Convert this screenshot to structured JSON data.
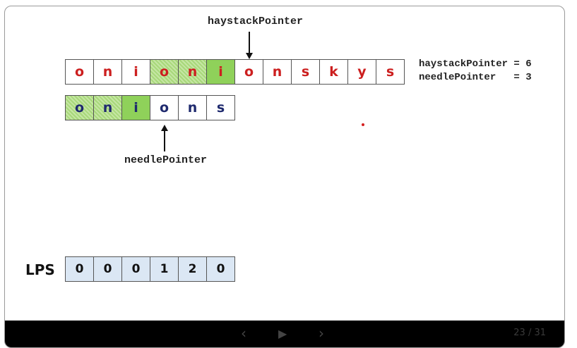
{
  "pointers": {
    "haystack_label": "haystackPointer",
    "needle_label": "needlePointer"
  },
  "status": {
    "line1": "haystackPointer = 6",
    "line2": "needlePointer   = 3"
  },
  "haystack": [
    "o",
    "n",
    "i",
    "o",
    "n",
    "i",
    "o",
    "n",
    "s",
    "k",
    "y",
    "s"
  ],
  "needle": [
    "o",
    "n",
    "i",
    "o",
    "n",
    "s"
  ],
  "lps": {
    "label": "LPS",
    "values": [
      "0",
      "0",
      "0",
      "1",
      "2",
      "0"
    ]
  },
  "navigation": {
    "prev": "‹",
    "play": "▶",
    "next": "›",
    "counter": "23 / 31"
  },
  "colors": {
    "haystack_text": "#cc1f1f",
    "needle_text": "#1f2a6e",
    "match_hatched": "#a8d87a",
    "match_current": "#8fd15a",
    "lps_cell": "#dbe7f4",
    "bottom_bar": "#000000"
  }
}
